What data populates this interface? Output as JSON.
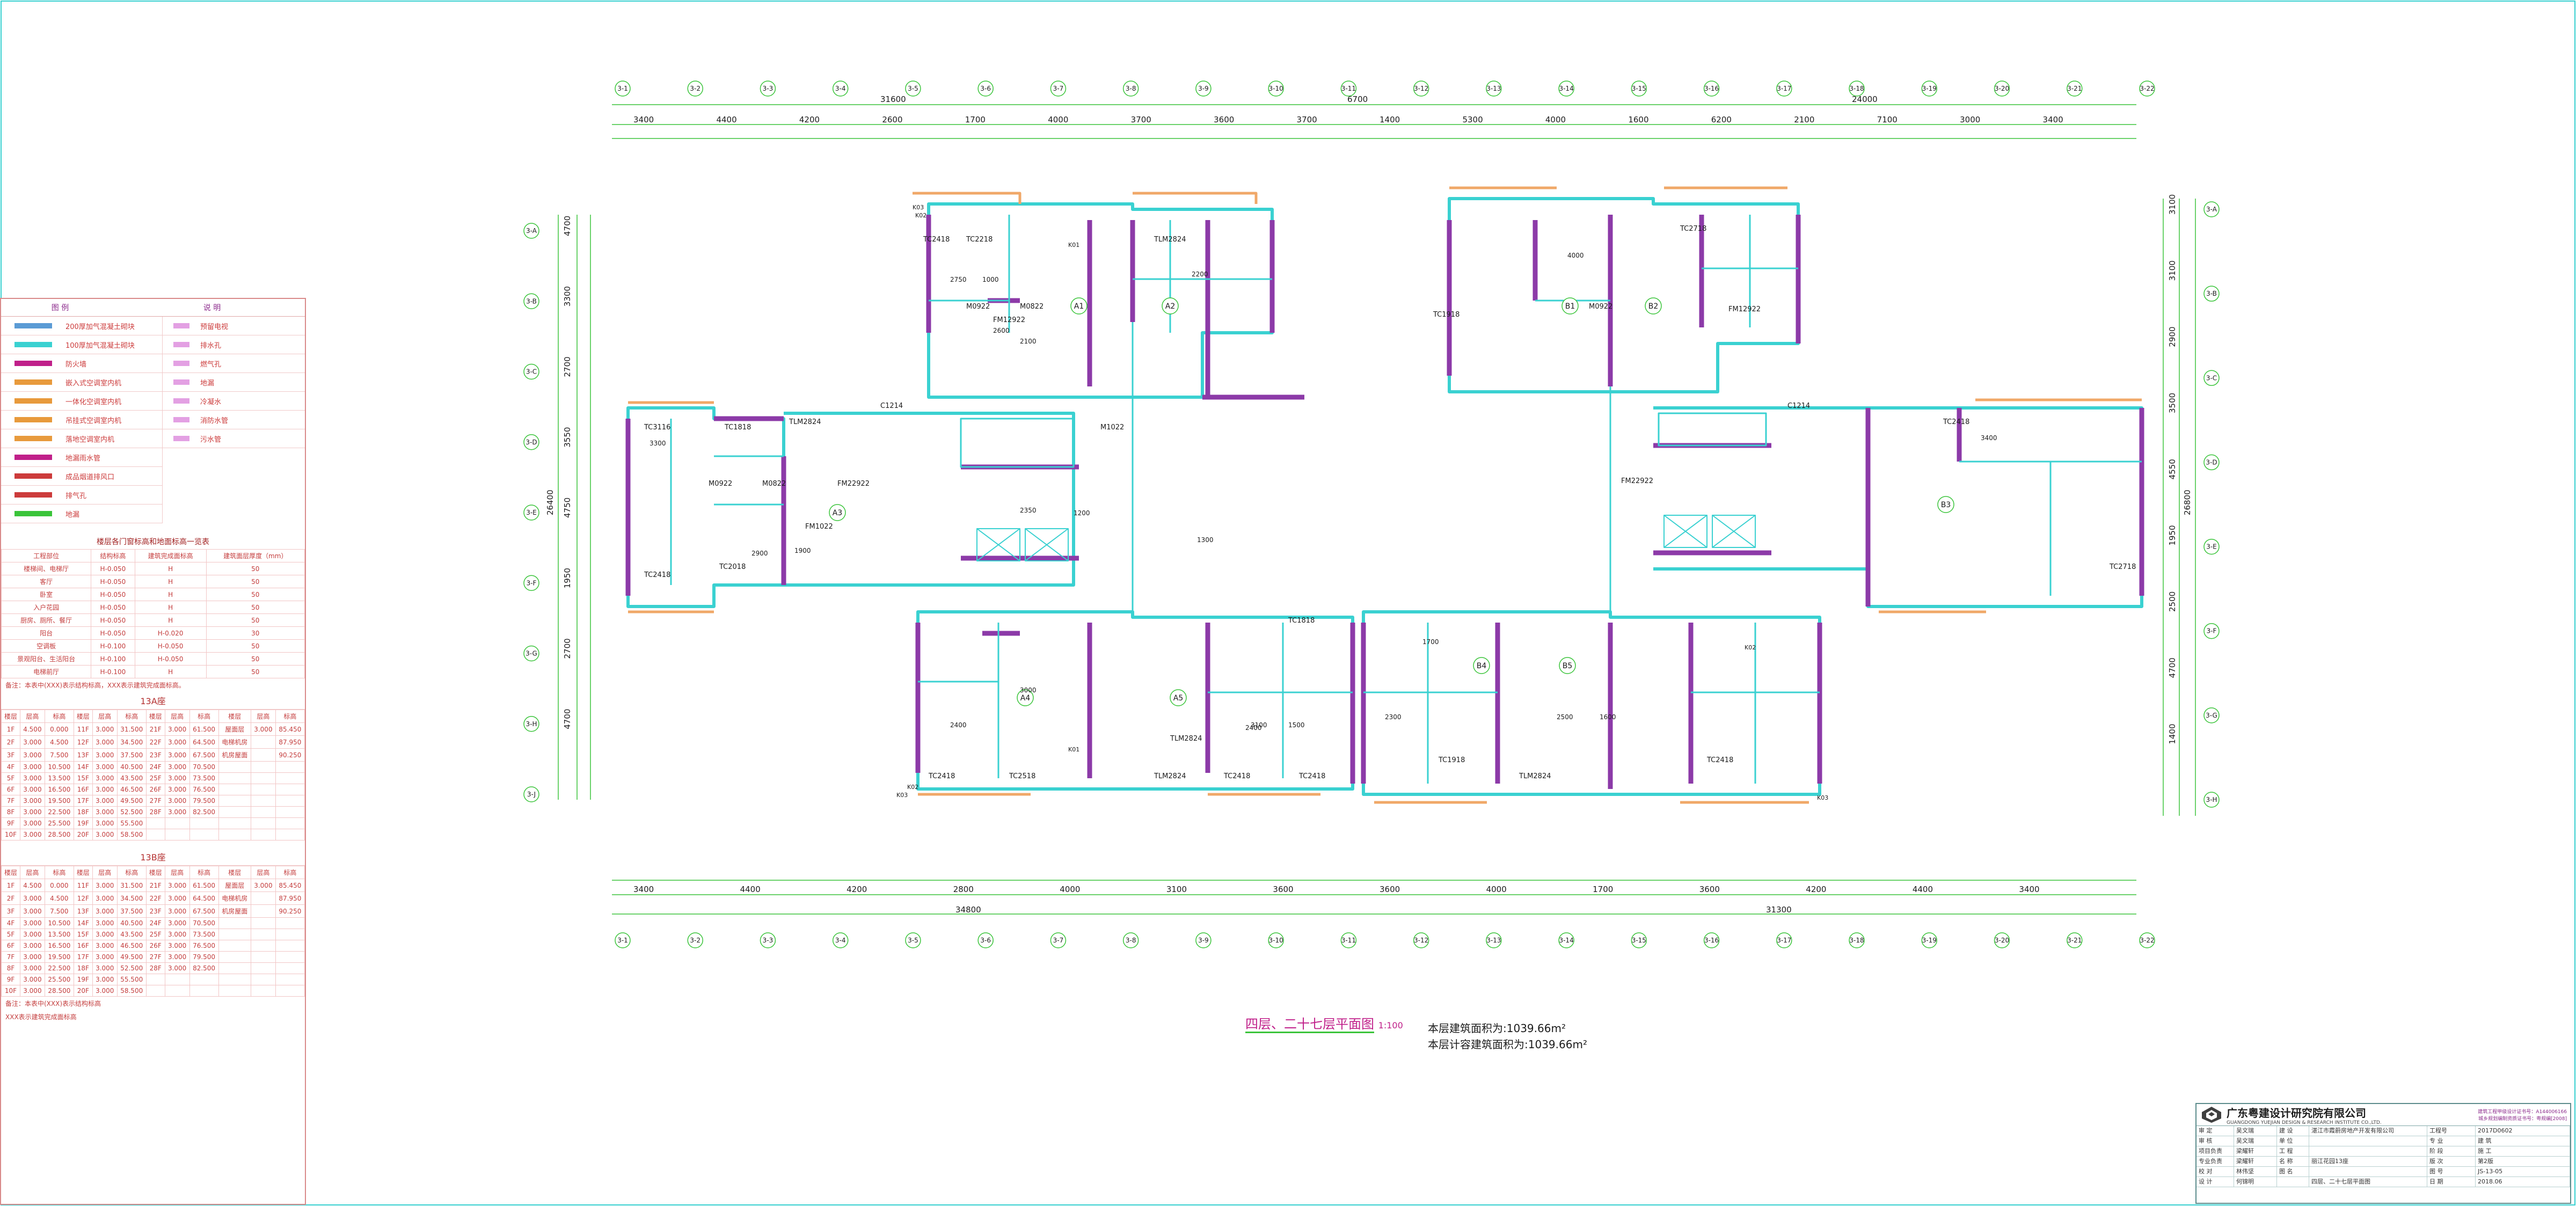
{
  "drawing": {
    "title": "四层、二十七层平面图",
    "scale": "1:100",
    "floor_area_label": "本层建筑面积为:",
    "floor_area_value": "1039.66m²",
    "calc_area_label": "本层计容建筑面积为:",
    "calc_area_value": "1039.66m²"
  },
  "dimensions": {
    "top_total_left": "31600",
    "top_total_mid": "6700",
    "top_total_right": "24000",
    "top_segments": [
      "3400",
      "4400",
      "4200",
      "2600",
      "1700",
      "4000",
      "3700",
      "3600",
      "3700",
      "1400",
      "5300",
      "4000",
      "1600",
      "6200",
      "2100",
      "7100",
      "3000",
      "3400"
    ],
    "bottom_total_left": "34800",
    "bottom_total_right": "31300",
    "bottom_segments": [
      "3400",
      "4400",
      "4200",
      "2800",
      "4000",
      "3100",
      "3600",
      "3600",
      "4000",
      "1700",
      "3600",
      "4200",
      "4400",
      "3400"
    ],
    "left_total": "26400",
    "left_segments": [
      "4700",
      "3300",
      "2700",
      "3550",
      "4750",
      "1950",
      "2700",
      "4700"
    ],
    "right_total": "26800",
    "right_segments": [
      "3100",
      "3100",
      "2900",
      "3500",
      "4550",
      "1950",
      "2500",
      "4700",
      "1400"
    ]
  },
  "axes": {
    "top_labels": [
      "3-1",
      "3-2",
      "3-3",
      "3-4",
      "3-5",
      "3-6",
      "3-7",
      "3-8",
      "3-9",
      "3-10",
      "3-11",
      "3-12",
      "3-13",
      "3-14",
      "3-15",
      "3-16",
      "3-17",
      "3-18",
      "3-19",
      "3-20",
      "3-21",
      "3-22"
    ],
    "left_labels": [
      "3-A",
      "3-B",
      "3-C",
      "3-D",
      "3-E",
      "3-F",
      "3-G",
      "3-H",
      "3-J"
    ],
    "right_labels": [
      "3-A",
      "3-B",
      "3-C",
      "3-D",
      "3-E",
      "3-F",
      "3-G",
      "3-H"
    ]
  },
  "units": [
    "A1",
    "A2",
    "B1",
    "B2",
    "A3",
    "B3",
    "A4",
    "A5",
    "B4",
    "B5"
  ],
  "room_labels": {
    "windows": [
      "TC2418",
      "TC2218",
      "TLM2824",
      "TLM2824",
      "TC2718",
      "TC3116",
      "TC1818",
      "TC2418",
      "TLM2824",
      "TC2418",
      "TC2018",
      "TC2418",
      "TC2518",
      "TLM2824",
      "TC2418",
      "TC1818",
      "TC1918",
      "TLM2824",
      "TC2418",
      "TC2418",
      "TC2718",
      "TC1918"
    ],
    "doors": [
      "M0922",
      "M0822",
      "FM12922",
      "M1022",
      "FM22922",
      "M0922",
      "M0822",
      "FM1022",
      "C1214",
      "C1214",
      "FM22922",
      "M0922",
      "FM12922"
    ],
    "kitchen_marks": [
      "K03",
      "K02",
      "K01",
      "K03",
      "K02",
      "K01",
      "K02",
      "K03"
    ],
    "room_dims": [
      "2750",
      "1000",
      "2100",
      "2200",
      "2400",
      "2600",
      "1900",
      "2900",
      "3000",
      "2400",
      "2300",
      "3100",
      "1500",
      "1700",
      "2500",
      "1600",
      "4000",
      "3300",
      "3400",
      "2350",
      "1200",
      "1300"
    ]
  },
  "legend": {
    "header_sym": "图 例",
    "header_desc": "说 明",
    "items": [
      {
        "label": "200厚加气混凝土砌块",
        "color": "#5b9bd5"
      },
      {
        "label": "100厚加气混凝土砌块",
        "color": "#3ad1d1"
      },
      {
        "label": "防火墙",
        "color": "#c0208a"
      },
      {
        "label": "嵌入式空调室内机",
        "color": "#e89a3c"
      },
      {
        "label": "一体化空调室内机",
        "color": "#e89a3c"
      },
      {
        "label": "吊挂式空调室内机",
        "color": "#e89a3c"
      },
      {
        "label": "落地空调室内机",
        "color": "#e89a3c"
      },
      {
        "label": "地漏雨水管",
        "color": "#c0208a"
      },
      {
        "label": "成品烟道排风口",
        "color": "#cc3b3b"
      },
      {
        "label": "排气孔",
        "color": "#cc3b3b"
      },
      {
        "label": "地漏",
        "color": "#3ac43a"
      }
    ],
    "items_right": [
      "预留电视",
      "排水孔",
      "燃气孔",
      "地漏",
      "冷凝水",
      "消防水管",
      "污水管"
    ]
  },
  "elevation_table": {
    "caption": "楼层各门窗标高和地面标高一览表",
    "headers": [
      "工程部位",
      "结构标高",
      "建筑完成面标高",
      "建筑面层厚度（mm）"
    ],
    "rows": [
      [
        "楼梯间、电梯厅",
        "H-0.050",
        "H",
        "50"
      ],
      [
        "客厅",
        "H-0.050",
        "H",
        "50"
      ],
      [
        "卧室",
        "H-0.050",
        "H",
        "50"
      ],
      [
        "入户花园",
        "H-0.050",
        "H",
        "50"
      ],
      [
        "厨房、厕所、餐厅",
        "H-0.050",
        "H",
        "50"
      ],
      [
        "阳台",
        "H-0.050",
        "H-0.020",
        "30"
      ],
      [
        "空调板",
        "H-0.100",
        "H-0.050",
        "50"
      ],
      [
        "景观阳台、生活阳台",
        "H-0.100",
        "H-0.050",
        "50"
      ],
      [
        "电梯前厅",
        "H-0.100",
        "H",
        "50"
      ]
    ],
    "note": "备注：本表中(XXX)表示结构标高，XXX表示建筑完成面标高。"
  },
  "floor_table_a": {
    "title": "13A座",
    "headers": [
      "楼层",
      "层高",
      "标高",
      "楼层",
      "层高",
      "标高",
      "楼层",
      "层高",
      "标高",
      "楼层",
      "层高",
      "标高"
    ],
    "rows": [
      [
        "1F",
        "4.500",
        "0.000",
        "11F",
        "3.000",
        "31.500",
        "21F",
        "3.000",
        "61.500",
        "屋面层",
        "3.000",
        "85.450"
      ],
      [
        "2F",
        "3.000",
        "4.500",
        "12F",
        "3.000",
        "34.500",
        "22F",
        "3.000",
        "64.500",
        "电梯机房",
        "",
        "87.950"
      ],
      [
        "3F",
        "3.000",
        "7.500",
        "13F",
        "3.000",
        "37.500",
        "23F",
        "3.000",
        "67.500",
        "机房屋面",
        "",
        "90.250"
      ],
      [
        "4F",
        "3.000",
        "10.500",
        "14F",
        "3.000",
        "40.500",
        "24F",
        "3.000",
        "70.500",
        "",
        "",
        ""
      ],
      [
        "5F",
        "3.000",
        "13.500",
        "15F",
        "3.000",
        "43.500",
        "25F",
        "3.000",
        "73.500",
        "",
        "",
        ""
      ],
      [
        "6F",
        "3.000",
        "16.500",
        "16F",
        "3.000",
        "46.500",
        "26F",
        "3.000",
        "76.500",
        "",
        "",
        ""
      ],
      [
        "7F",
        "3.000",
        "19.500",
        "17F",
        "3.000",
        "49.500",
        "27F",
        "3.000",
        "79.500",
        "",
        "",
        ""
      ],
      [
        "8F",
        "3.000",
        "22.500",
        "18F",
        "3.000",
        "52.500",
        "28F",
        "3.000",
        "82.500",
        "",
        "",
        ""
      ],
      [
        "9F",
        "3.000",
        "25.500",
        "19F",
        "3.000",
        "55.500",
        "",
        "",
        "",
        "",
        "",
        ""
      ],
      [
        "10F",
        "3.000",
        "28.500",
        "20F",
        "3.000",
        "58.500",
        "",
        "",
        "",
        "",
        "",
        ""
      ]
    ]
  },
  "floor_table_b": {
    "title": "13B座",
    "rows": [
      [
        "1F",
        "4.500",
        "0.000",
        "11F",
        "3.000",
        "31.500",
        "21F",
        "3.000",
        "61.500",
        "屋面层",
        "3.000",
        "85.450"
      ],
      [
        "2F",
        "3.000",
        "4.500",
        "12F",
        "3.000",
        "34.500",
        "22F",
        "3.000",
        "64.500",
        "电梯机房",
        "",
        "87.950"
      ],
      [
        "3F",
        "3.000",
        "7.500",
        "13F",
        "3.000",
        "37.500",
        "23F",
        "3.000",
        "67.500",
        "机房屋面",
        "",
        "90.250"
      ],
      [
        "4F",
        "3.000",
        "10.500",
        "14F",
        "3.000",
        "40.500",
        "24F",
        "3.000",
        "70.500",
        "",
        "",
        ""
      ],
      [
        "5F",
        "3.000",
        "13.500",
        "15F",
        "3.000",
        "43.500",
        "25F",
        "3.000",
        "73.500",
        "",
        "",
        ""
      ],
      [
        "6F",
        "3.000",
        "16.500",
        "16F",
        "3.000",
        "46.500",
        "26F",
        "3.000",
        "76.500",
        "",
        "",
        ""
      ],
      [
        "7F",
        "3.000",
        "19.500",
        "17F",
        "3.000",
        "49.500",
        "27F",
        "3.000",
        "79.500",
        "",
        "",
        ""
      ],
      [
        "8F",
        "3.000",
        "22.500",
        "18F",
        "3.000",
        "52.500",
        "28F",
        "3.000",
        "82.500",
        "",
        "",
        ""
      ],
      [
        "9F",
        "3.000",
        "25.500",
        "19F",
        "3.000",
        "55.500",
        "",
        "",
        "",
        "",
        "",
        ""
      ],
      [
        "10F",
        "3.000",
        "28.500",
        "20F",
        "3.000",
        "58.500",
        "",
        "",
        "",
        "",
        "",
        ""
      ]
    ],
    "note_a": "备注：本表中(XXX)表示结构标高",
    "note_b": "XXX表示建筑完成面标高"
  },
  "title_block": {
    "company": "广东粤建设计研究院有限公司",
    "company_en": "GUANGDONG YUEJIAN DESIGN & RESEARCH INSTITUTE CO.,LTD.",
    "cert_1": "建筑工程甲级设计证书号：A144006166",
    "cert_2": "城乡规划编制资质证书号：粤规编[2008]",
    "fields": [
      [
        "审 定",
        "吴文瑞",
        "建 设",
        "湛江市霞蔚房地产开发有限公司",
        "工程号",
        "2017D0602"
      ],
      [
        "审 核",
        "吴文瑞",
        "单 位",
        "",
        "专 业",
        "建 筑"
      ],
      [
        "项目负责",
        "梁耀轩",
        "工 程",
        "",
        "阶 段",
        "施 工"
      ],
      [
        "专业负责",
        "梁耀轩",
        "名 称",
        "丽江花园13座",
        "版 次",
        "第2版"
      ],
      [
        "校 对",
        "林伟坚",
        "图 名",
        "",
        "图 号",
        "JS-13-05"
      ],
      [
        "设 计",
        "何锦明",
        "",
        "四层、二十七层平面图",
        "日 期",
        "2018.06"
      ]
    ]
  }
}
